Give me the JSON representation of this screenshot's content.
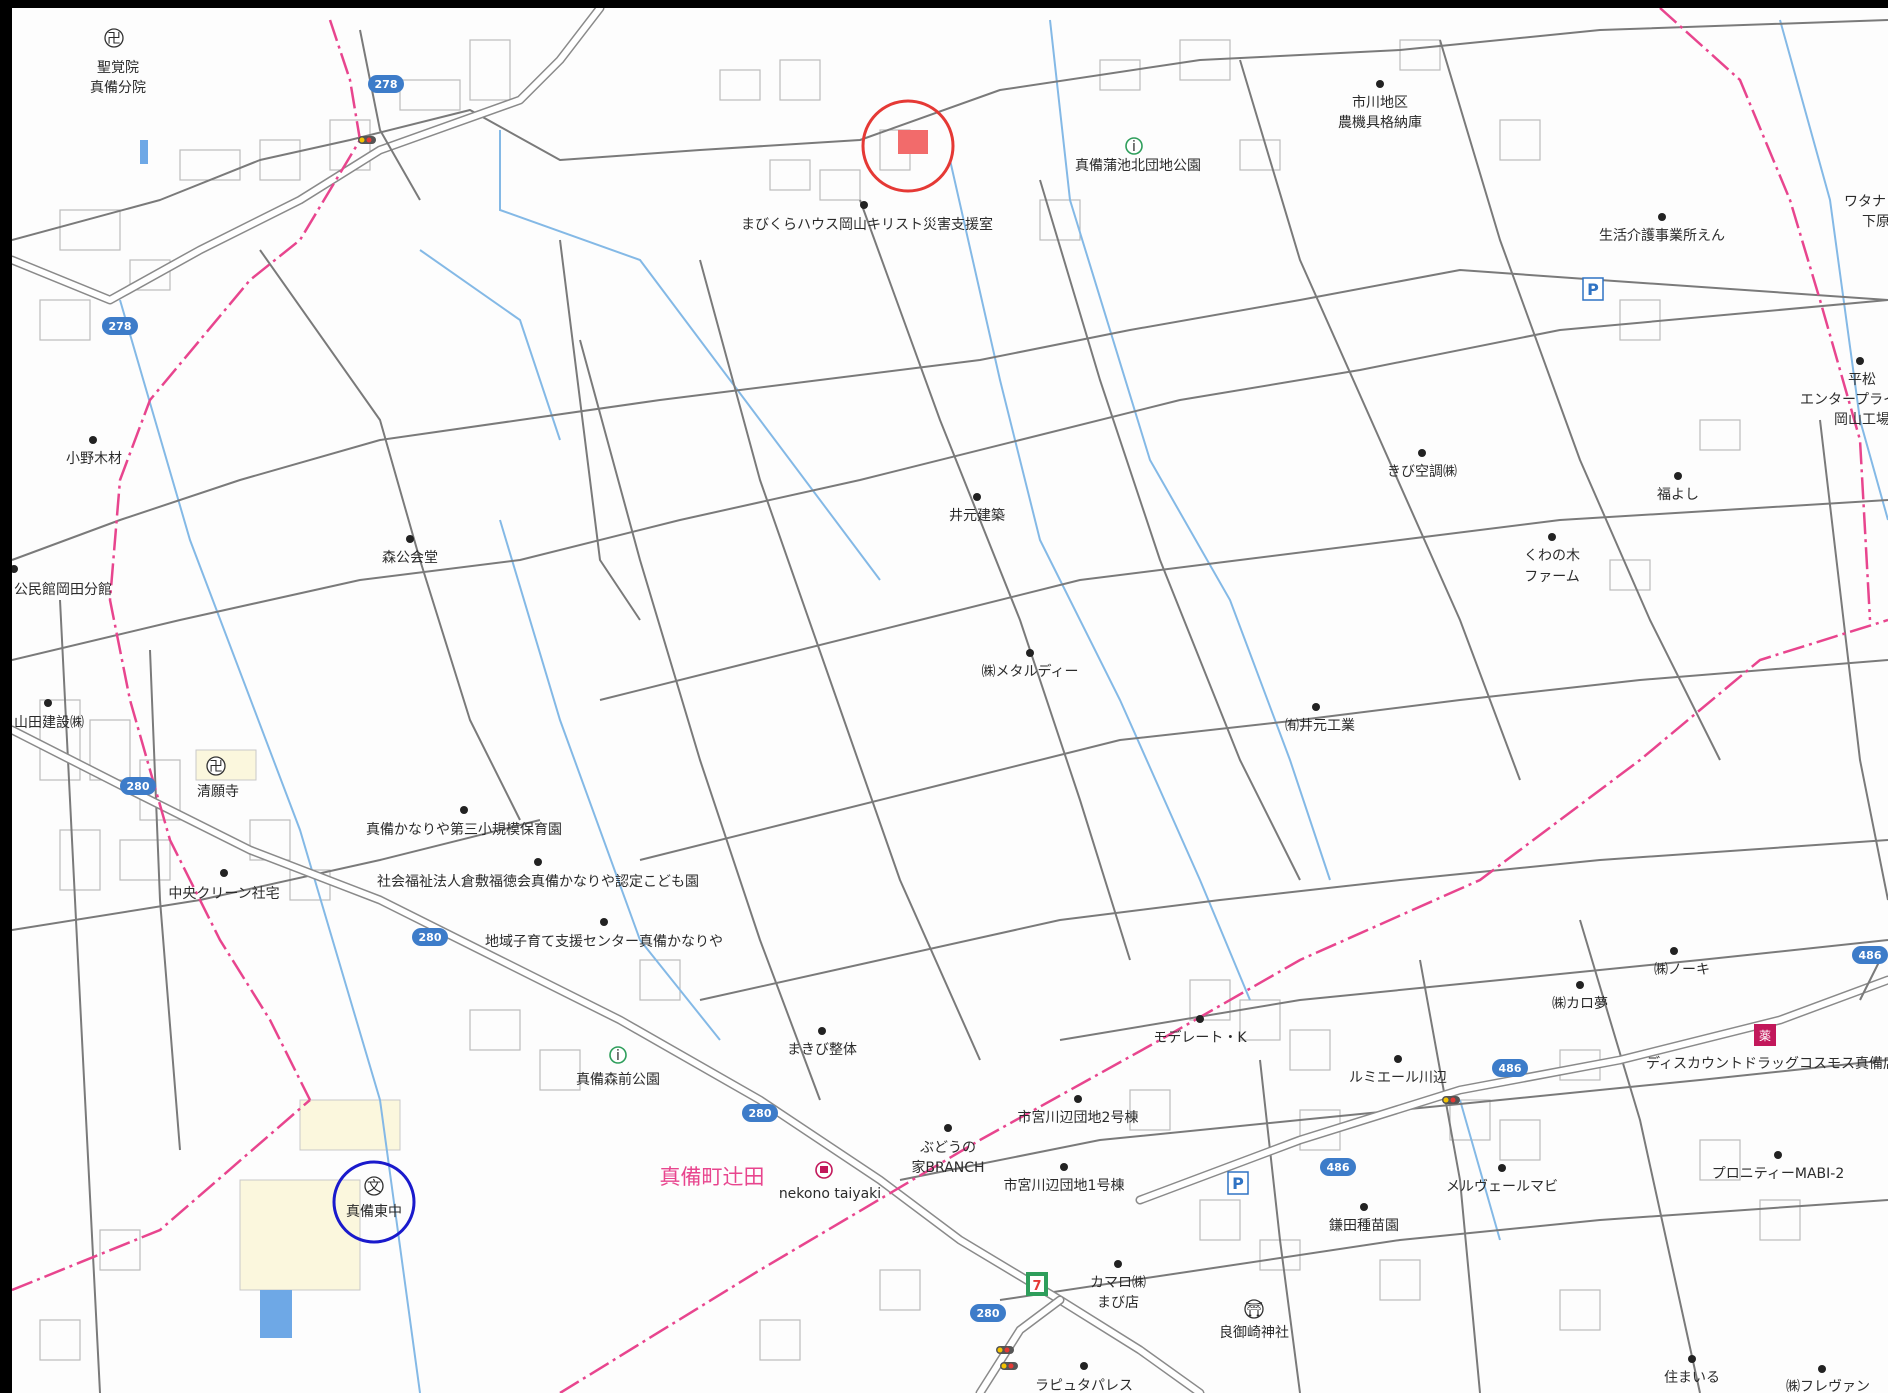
{
  "map": {
    "area_label": "真備町辻田",
    "colors": {
      "road_outline": "#8a8a8a",
      "water": "#84b9e6",
      "boundary": "#e8458e",
      "target_marker": "#e53935",
      "school_marker": "#1a1acc",
      "target_fill": "#f26b6b"
    },
    "route_shields": [
      {
        "id": "r278a",
        "number": "278"
      },
      {
        "id": "r278b",
        "number": "278"
      },
      {
        "id": "r280a",
        "number": "280"
      },
      {
        "id": "r280b",
        "number": "280"
      },
      {
        "id": "r280c",
        "number": "280"
      },
      {
        "id": "r280d",
        "number": "280"
      },
      {
        "id": "r486a",
        "number": "486"
      },
      {
        "id": "r486b",
        "number": "486"
      },
      {
        "id": "r486c",
        "number": "486"
      }
    ],
    "pois": {
      "shokakuin": [
        "聖覚院",
        "真備分院"
      ],
      "mabikura": "まびくらハウス岡山キリスト災害支援室",
      "ichikawa": [
        "市川地区",
        "農機具格納庫"
      ],
      "mabi_park_north": "真備蒲池北団地公園",
      "seikatsu": "生活介護事業所えん",
      "watanabe": [
        "ワタナ",
        "下原"
      ],
      "hiramatsu": [
        "平松",
        "エンタープライ",
        "岡山工場"
      ],
      "onoki": "小野木材",
      "kibi_kucho": "きび空調㈱",
      "fukuyoshi": "福よし",
      "imoto_kenchiku": "井元建築",
      "kuwanoki": [
        "くわの木",
        "ファーム"
      ],
      "mori_hall": "森公会堂",
      "kominkan": "公民館岡田分館",
      "metal": "㈱メタルディー",
      "yamada": "山田建設㈱",
      "imoto_kogyo": "㈲井元工業",
      "seiganji": "清願寺",
      "hoikuen": "真備かなりや第三小規模保育園",
      "kodomoen": "社会福祉法人倉敷福徳会真備かなりや認定こども園",
      "chuo_clean": "中央クリーン社宅",
      "kosodate": "地域子育て支援センター真備かなりや",
      "noki": "㈱ノーキ",
      "karoyume": "㈱カロ夢",
      "cosmos": "ディスカウントドラッグコスモス真備店",
      "modelate": "モデレート・K",
      "mabi_seitai": "まきび整体",
      "mori_park": "真備森前公園",
      "lumiere": "ルミエール川辺",
      "miyagawa2": "市宮川辺団地2号棟",
      "miyagawa1": "市宮川辺団地1号棟",
      "budou": [
        "ぶどうの",
        "家BRANCH"
      ],
      "proniti": "プロニティーMABI-2",
      "merveille": "メルヴェールマビ",
      "nekono": "nekono taiyaki",
      "mabi_higashi": "真備東中",
      "naeba": "鎌田種苗園",
      "kamaro": [
        "カマロ㈱",
        "まび店"
      ],
      "ryomisaki": "良御崎神社",
      "rapyuta": "ラピュタパレス",
      "sumairu": "住まいる",
      "friend": "㈱フレヴァン"
    },
    "icon_glyphs": {
      "temple": "卍",
      "school": "文",
      "shrine": "⛩",
      "park": "i",
      "parking": "P",
      "convenience_store": "7",
      "drugstore": "薬"
    }
  }
}
